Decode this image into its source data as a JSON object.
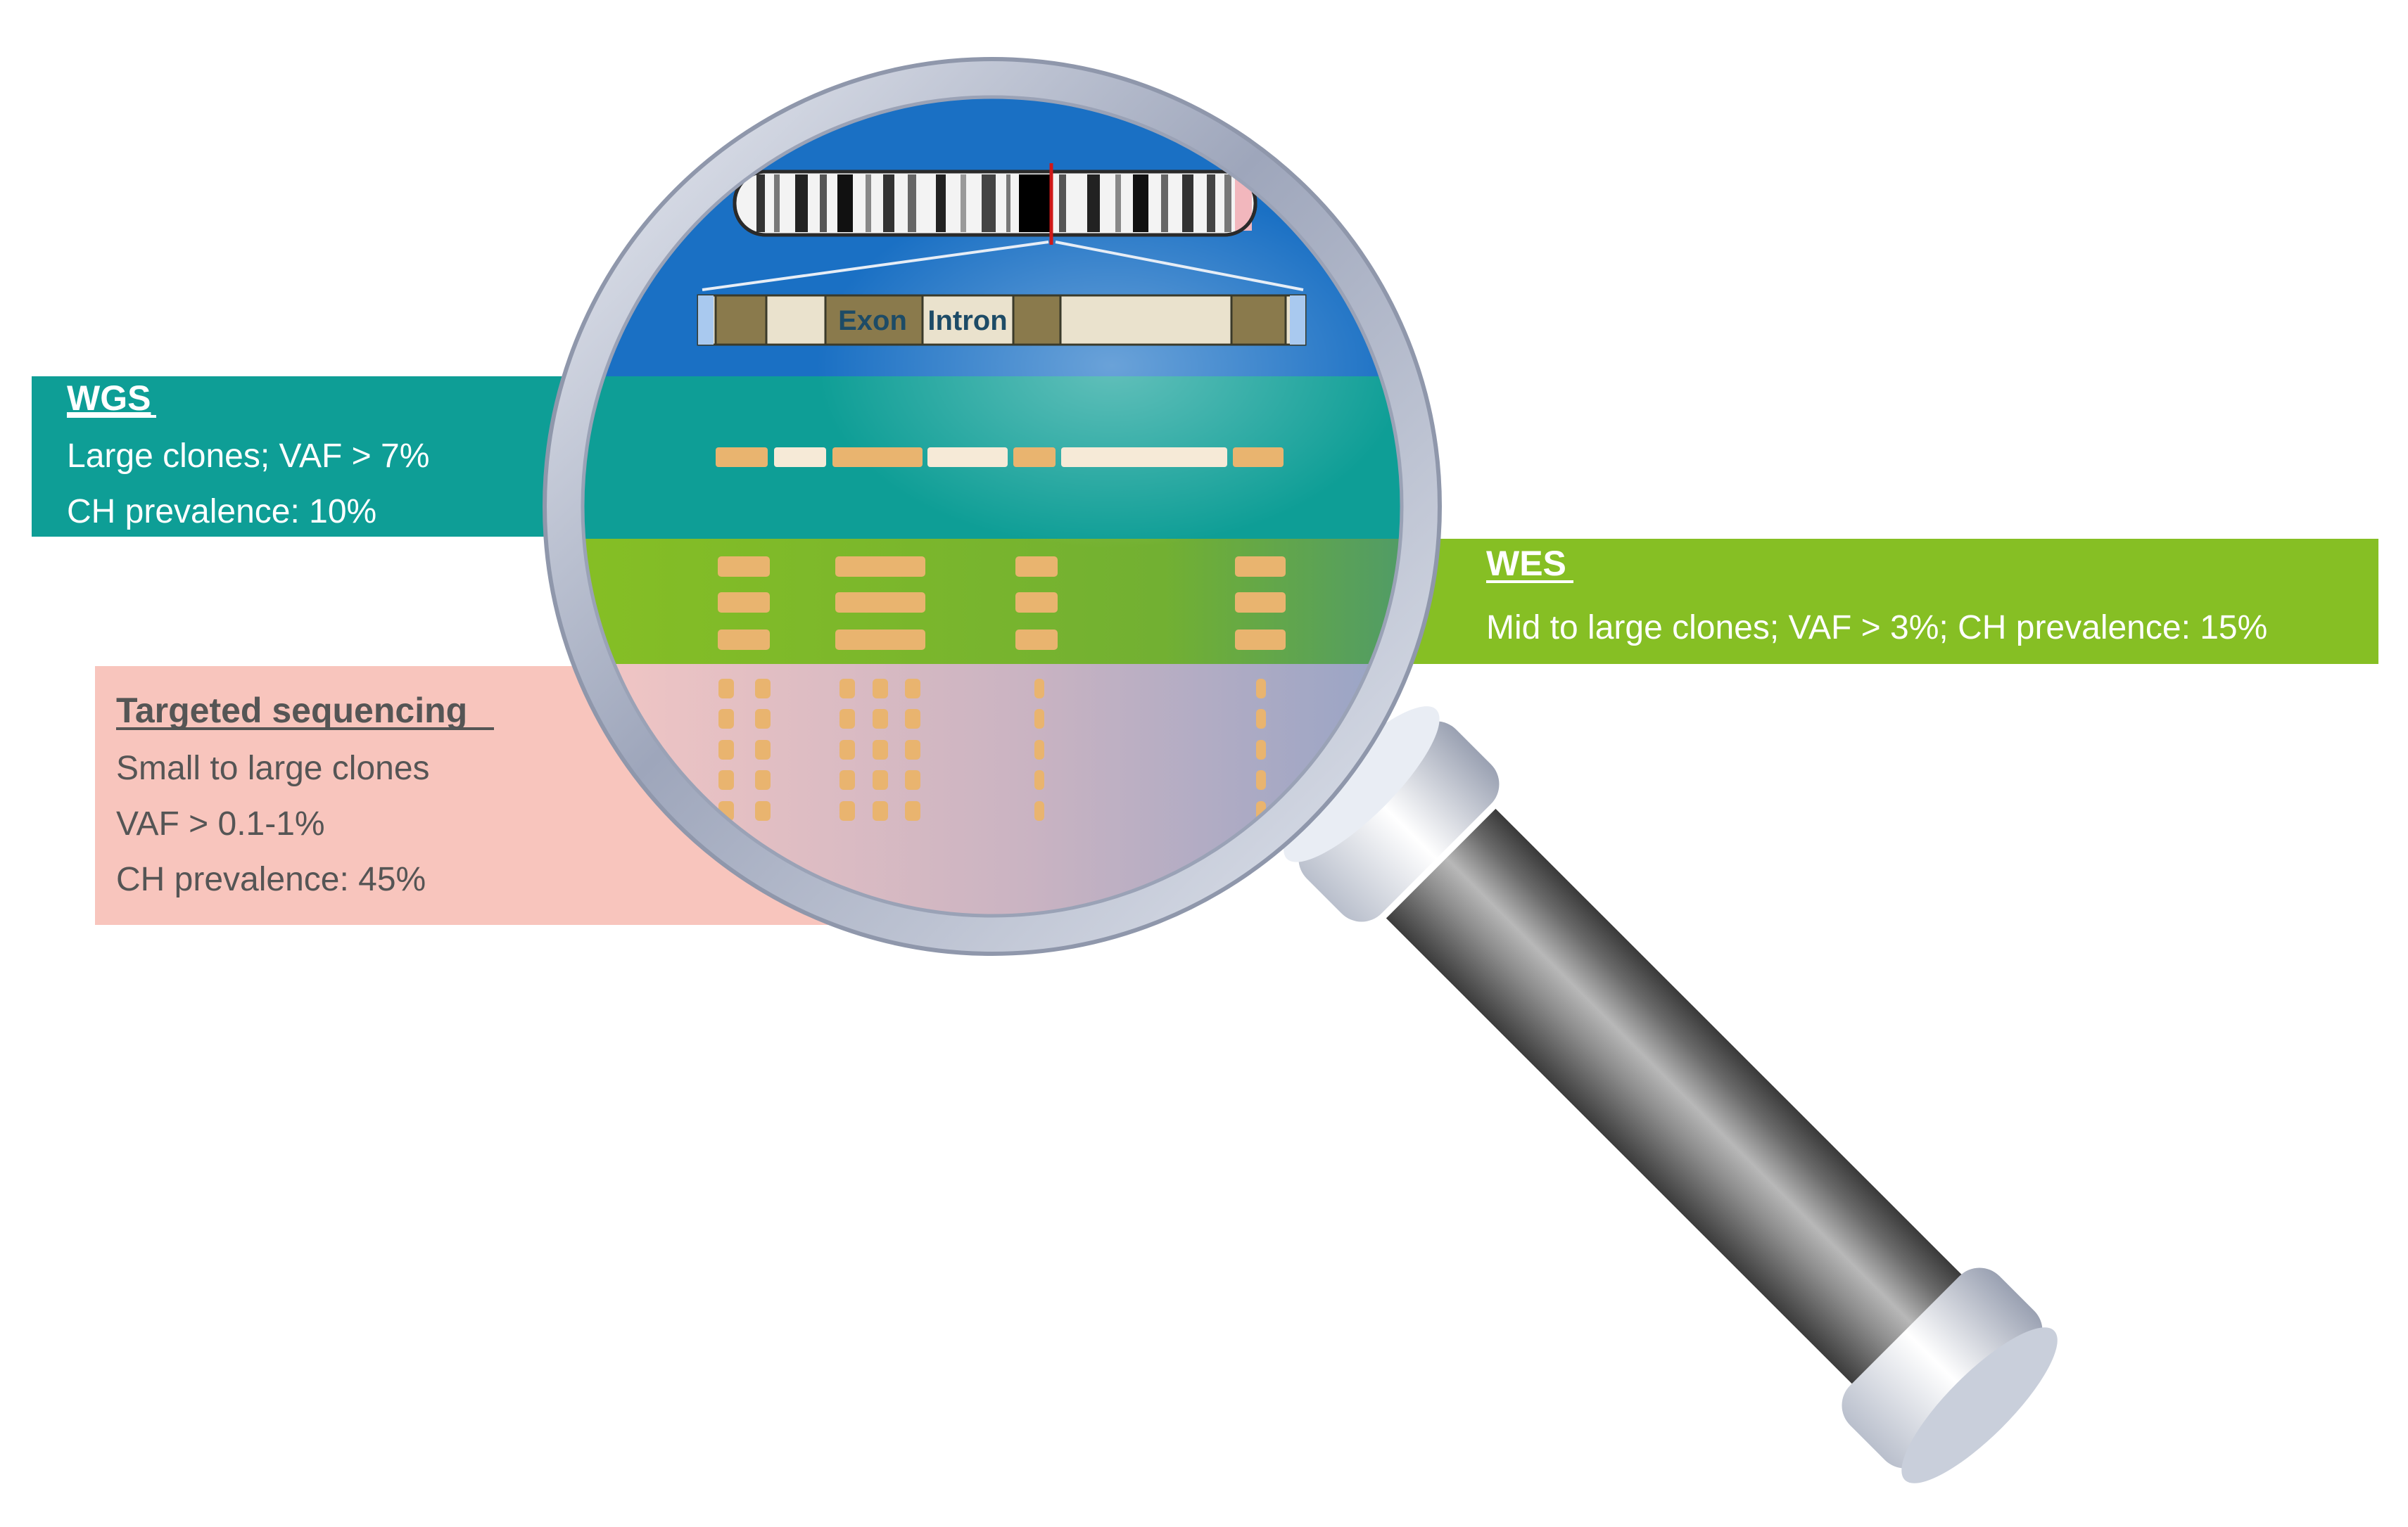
{
  "wgs": {
    "title": "WGS",
    "line1": "Large clones; VAF > 7%",
    "line2": "CH prevalence: 10%"
  },
  "wes": {
    "title": "WES",
    "line1": "Mid  to large clones; VAF > 3%; CH prevalence: 15%"
  },
  "targeted": {
    "title": "Targeted sequencing",
    "line1": "Small to large clones",
    "line2": "VAF > 0.1-1%",
    "line3": "CH prevalence: 45%"
  },
  "gene": {
    "exon_label": "Exon",
    "intron_label": "Intron"
  },
  "colors": {
    "wgs_band": "#0e9e96",
    "wes_band": "#86bf24",
    "targeted_band": "#f8c5bd",
    "lens_blue": "#1a70c4",
    "exon": "#8a7a4c",
    "intron": "#eae2cd",
    "read": "#e9b46f",
    "read_light": "#f6ead7",
    "handle": "#6b6b6b"
  }
}
